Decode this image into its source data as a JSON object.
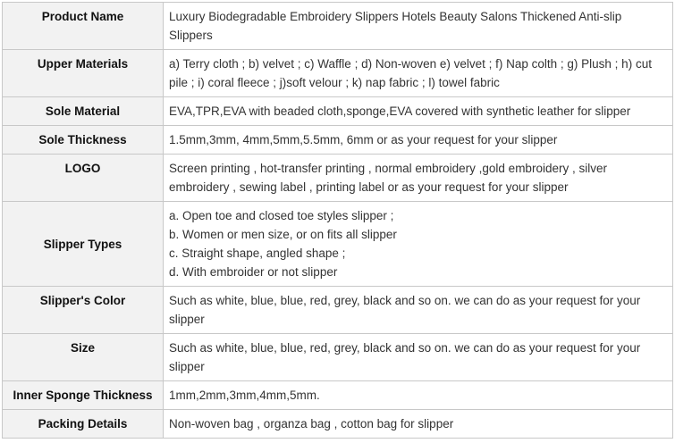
{
  "rows": [
    {
      "label": "Product Name",
      "value": "Luxury Biodegradable Embroidery Slippers Hotels Beauty Salons Thickened Anti-slip Slippers"
    },
    {
      "label": "Upper Materials",
      "value": "a) Terry cloth ; b) velvet ; c) Waffle ; d) Non-woven e) velvet ; f) Nap colth ; g) Plush ; h) cut pile ; i) coral fleece ; j)soft velour ; k) nap fabric ; l) towel fabric"
    },
    {
      "label": "Sole Material",
      "value": "EVA,TPR,EVA with beaded cloth,sponge,EVA covered with synthetic leather for slipper"
    },
    {
      "label": "Sole Thickness",
      "value": "1.5mm,3mm, 4mm,5mm,5.5mm, 6mm or as your request for your slipper"
    },
    {
      "label": "LOGO",
      "value": "Screen printing , hot-transfer printing , normal embroidery ,gold embroidery , silver embroidery , sewing label , printing label or as your request for your slipper"
    },
    {
      "label": "Slipper Types",
      "lines": [
        "a. Open toe and closed toe styles slipper ;",
        "b. Women or men size, or on fits all slipper",
        "c. Straight shape, angled shape ;",
        "d. With embroider or not slipper"
      ]
    },
    {
      "label": "Slipper's Color",
      "value": "Such as white, blue, blue, red, grey, black and so on. we can do as your request for your slipper"
    },
    {
      "label": "Size",
      "value": "Such as white, blue, blue, red, grey, black and so on. we can do as your request for your slipper"
    },
    {
      "label": "Inner Sponge Thickness",
      "value": "1mm,2mm,3mm,4mm,5mm."
    },
    {
      "label": "Packing Details",
      "value": "Non-woven bag , organza bag , cotton bag for slipper"
    }
  ]
}
